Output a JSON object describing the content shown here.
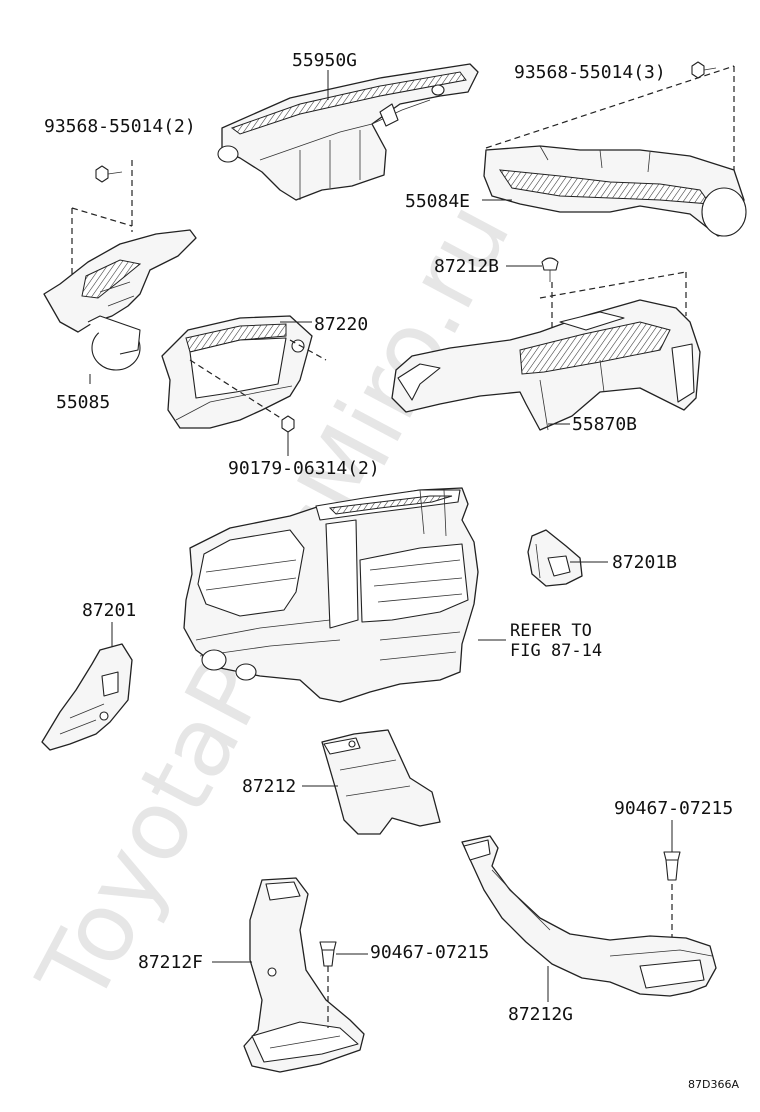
{
  "watermark": "ToyotaPartsMiro.ru",
  "diagram_code": "87D366A",
  "labels": {
    "p55950G": "55950G",
    "p93568_top_right": "93568-55014(3)",
    "p93568_left": "93568-55014(2)",
    "p55084E": "55084E",
    "p87212B": "87212B",
    "p87220": "87220",
    "p55085": "55085",
    "p55870B": "55870B",
    "p90179": "90179-06314(2)",
    "p87201B": "87201B",
    "p87201": "87201",
    "refer_line1": "REFER TO",
    "refer_line2": "FIG 87-14",
    "p87212": "87212",
    "p90467_right": "90467-07215",
    "p87212F": "87212F",
    "p90467_mid": "90467-07215",
    "p87212G": "87212G"
  }
}
